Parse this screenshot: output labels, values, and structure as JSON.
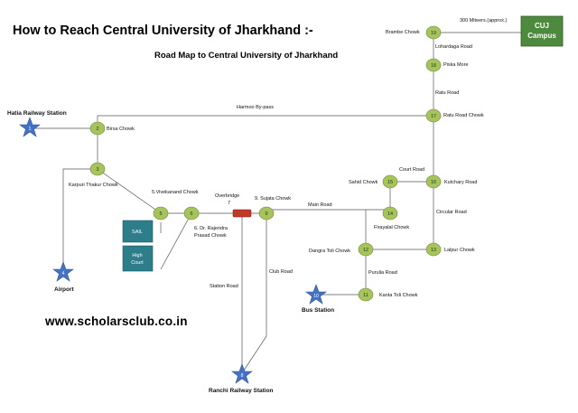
{
  "title": "How to Reach Central University of Jharkhand :-",
  "subtitle": "Road Map to Central University of Jharkhand",
  "website": "www.scholarsclub.co.in",
  "colors": {
    "node_fill": "#a6c35d",
    "node_stroke": "#6e8a36",
    "star_fill": "#4472c4",
    "star_stroke": "#2f5597",
    "box_fill": "#2e7d8a",
    "cuj_fill": "#4e8a3e",
    "overbridge": "#c0392b",
    "road_line": "#555555"
  },
  "nodes": [
    {
      "id": "1",
      "label": "Hatia Railway Station",
      "kind": "station"
    },
    {
      "id": "2",
      "label": "Birsa Chowk",
      "kind": "chowk"
    },
    {
      "id": "3",
      "label": "Karpuri Thakur Chowk",
      "kind": "chowk"
    },
    {
      "id": "4",
      "label": "Airport",
      "kind": "station"
    },
    {
      "id": "5",
      "label": "5.Vivekanand Chowk",
      "kind": "chowk"
    },
    {
      "id": "6",
      "label": "6. Dr. Rajendra Prasad Chowk",
      "kind": "chowk"
    },
    {
      "id": "7",
      "label": "Overbridge 7",
      "kind": "bridge"
    },
    {
      "id": "8",
      "label": "Ranchi Railway Station",
      "kind": "station"
    },
    {
      "id": "9",
      "label": "9. Sujata Chowk",
      "kind": "chowk"
    },
    {
      "id": "11",
      "label": "Kanta Toli Chowk",
      "kind": "chowk"
    },
    {
      "id": "12",
      "label": "Dangra Toli Chowk",
      "kind": "chowk"
    },
    {
      "id": "13",
      "label": "Lalpur Chowk",
      "kind": "chowk"
    },
    {
      "id": "14",
      "label": "Firayalal Chowk",
      "kind": "chowk"
    },
    {
      "id": "15",
      "label": "Sahid Chowk",
      "kind": "chowk"
    },
    {
      "id": "16",
      "label": "Kutchary Road",
      "kind": "chowk"
    },
    {
      "id": "17",
      "label": "Ratu Road Chowk",
      "kind": "chowk"
    },
    {
      "id": "18",
      "label": "Piska More",
      "kind": "chowk"
    },
    {
      "id": "19",
      "label": "Brambe Chowk",
      "kind": "chowk"
    },
    {
      "id": "10",
      "label": "Bus Station",
      "kind": "station"
    }
  ],
  "roads": {
    "harmoo": "Harmoo By-pass",
    "ratu": "Ratu Road",
    "lohardaga": "Lohardaga Road",
    "court": "Court Road",
    "circular": "Circular Road",
    "main": "Main Road",
    "club": "Club Road",
    "station": "Station Road",
    "purulia": "Purulia Road"
  },
  "distance_note": "300 Miteers.(approx.)",
  "destination": {
    "line1": "CUJ",
    "line2": "Campus"
  },
  "boxes": {
    "sail": "SAIL",
    "high_court_1": "High",
    "high_court_2": "Court"
  }
}
